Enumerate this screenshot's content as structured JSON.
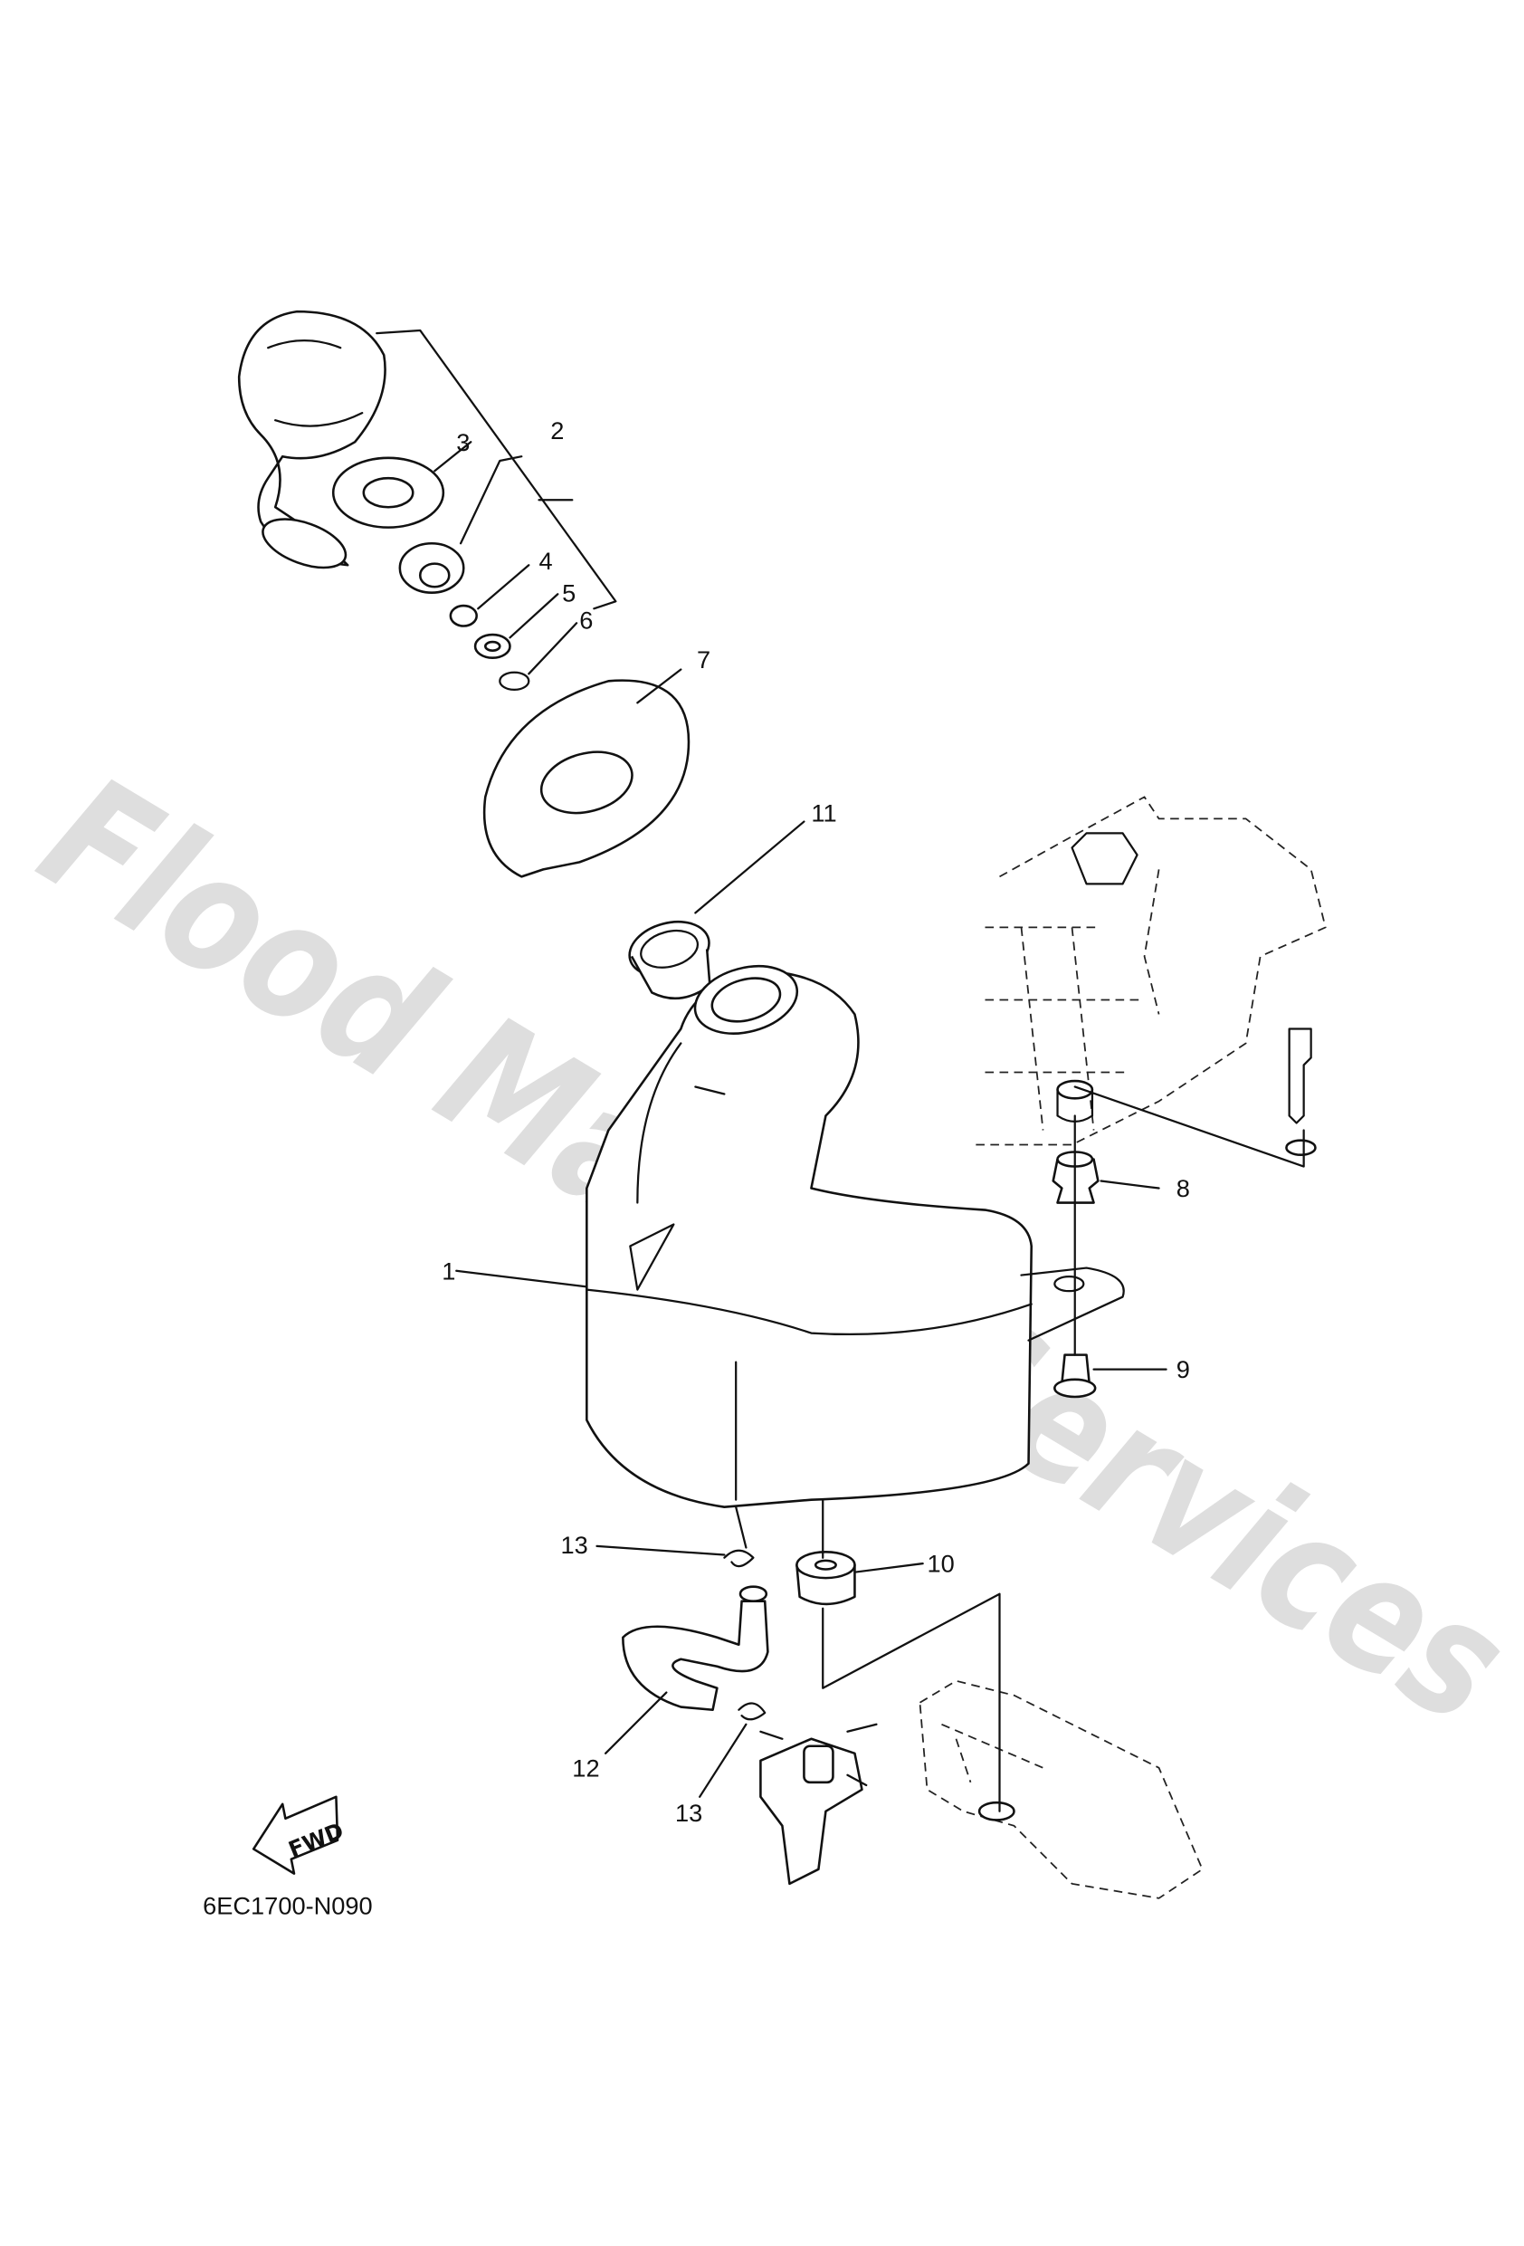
{
  "diagram": {
    "part_labels": [
      "1",
      "2",
      "3",
      "4",
      "5",
      "6",
      "7",
      "8",
      "9",
      "10",
      "11",
      "12",
      "13",
      "13"
    ],
    "direction_arrow": "FWD",
    "diagram_code": "6EC1700-N090",
    "watermark": "Flood Marine Services"
  }
}
